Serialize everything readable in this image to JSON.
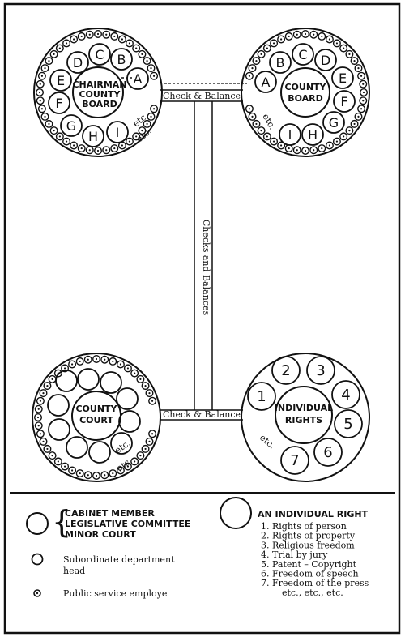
{
  "top_left": {
    "center_lines": [
      "CHAIRMAN",
      "COUNTY",
      "BOARD"
    ],
    "letters": [
      "A",
      "B",
      "C",
      "D",
      "E",
      "F",
      "G",
      "H",
      "I"
    ],
    "etc": [
      "etc.",
      "etc."
    ]
  },
  "top_right": {
    "center_lines": [
      "COUNTY",
      "BOARD"
    ],
    "letters": [
      "A",
      "B",
      "C",
      "D",
      "E",
      "F",
      "G",
      "H",
      "I"
    ],
    "etc": [
      "etc."
    ]
  },
  "bottom_left": {
    "center_lines": [
      "COUNTY",
      "COURT"
    ],
    "etc": [
      "etc.",
      "etc."
    ]
  },
  "bottom_right": {
    "center_lines": [
      "INDIVIDUAL",
      "RIGHTS"
    ],
    "numbers": [
      "1",
      "2",
      "3",
      "4",
      "5",
      "6",
      "7"
    ],
    "etc": "etc."
  },
  "connectors": {
    "top_label": "Check & Balance",
    "bottom_label": "Check & Balance",
    "vertical_label": "Checks and Balances"
  },
  "legend": {
    "large_circle_lines": [
      "CABINET MEMBER",
      "LEGISLATIVE COMMITTEE",
      "MINOR COURT"
    ],
    "medium_circle": [
      "Subordinate department",
      "head"
    ],
    "small_circle": "Public service employe",
    "individual_right_title": "AN INDIVIDUAL RIGHT",
    "rights": [
      "1. Rights of person",
      "2. Rights of property",
      "3. Religious freedom",
      "4. Trial by jury",
      "5. Patent – Copyright",
      "6. Freedom of speech",
      "7. Freedom of the press",
      "etc., etc., etc."
    ]
  }
}
